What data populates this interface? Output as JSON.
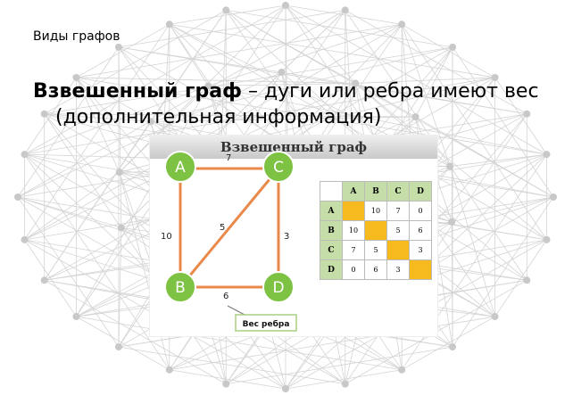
{
  "slide": {
    "title": "Виды графов",
    "bullet_term": "Взвешенный граф",
    "bullet_text": " – дуги или ребра имеют вес (дополнительная информация)"
  },
  "figure": {
    "header": "Взвешенный граф",
    "nodes": [
      "A",
      "C",
      "B",
      "D"
    ],
    "edge_weights": {
      "AC": "7",
      "AB": "10",
      "BC": "5",
      "CD": "3",
      "BD": "6"
    },
    "callout": "Вес ребра",
    "colors": {
      "node": "#7dc242",
      "edge": "#e8894a",
      "matrix_header": "#c5dea8",
      "matrix_diagonal": "#f6b91e"
    }
  },
  "matrix": {
    "headers": [
      "A",
      "B",
      "C",
      "D"
    ],
    "rows": [
      {
        "label": "A",
        "cells": [
          "",
          "10",
          "7",
          "0"
        ]
      },
      {
        "label": "B",
        "cells": [
          "10",
          "",
          "5",
          "6"
        ]
      },
      {
        "label": "C",
        "cells": [
          "7",
          "5",
          "",
          "3"
        ]
      },
      {
        "label": "D",
        "cells": [
          "0",
          "6",
          "3",
          ""
        ]
      }
    ]
  }
}
